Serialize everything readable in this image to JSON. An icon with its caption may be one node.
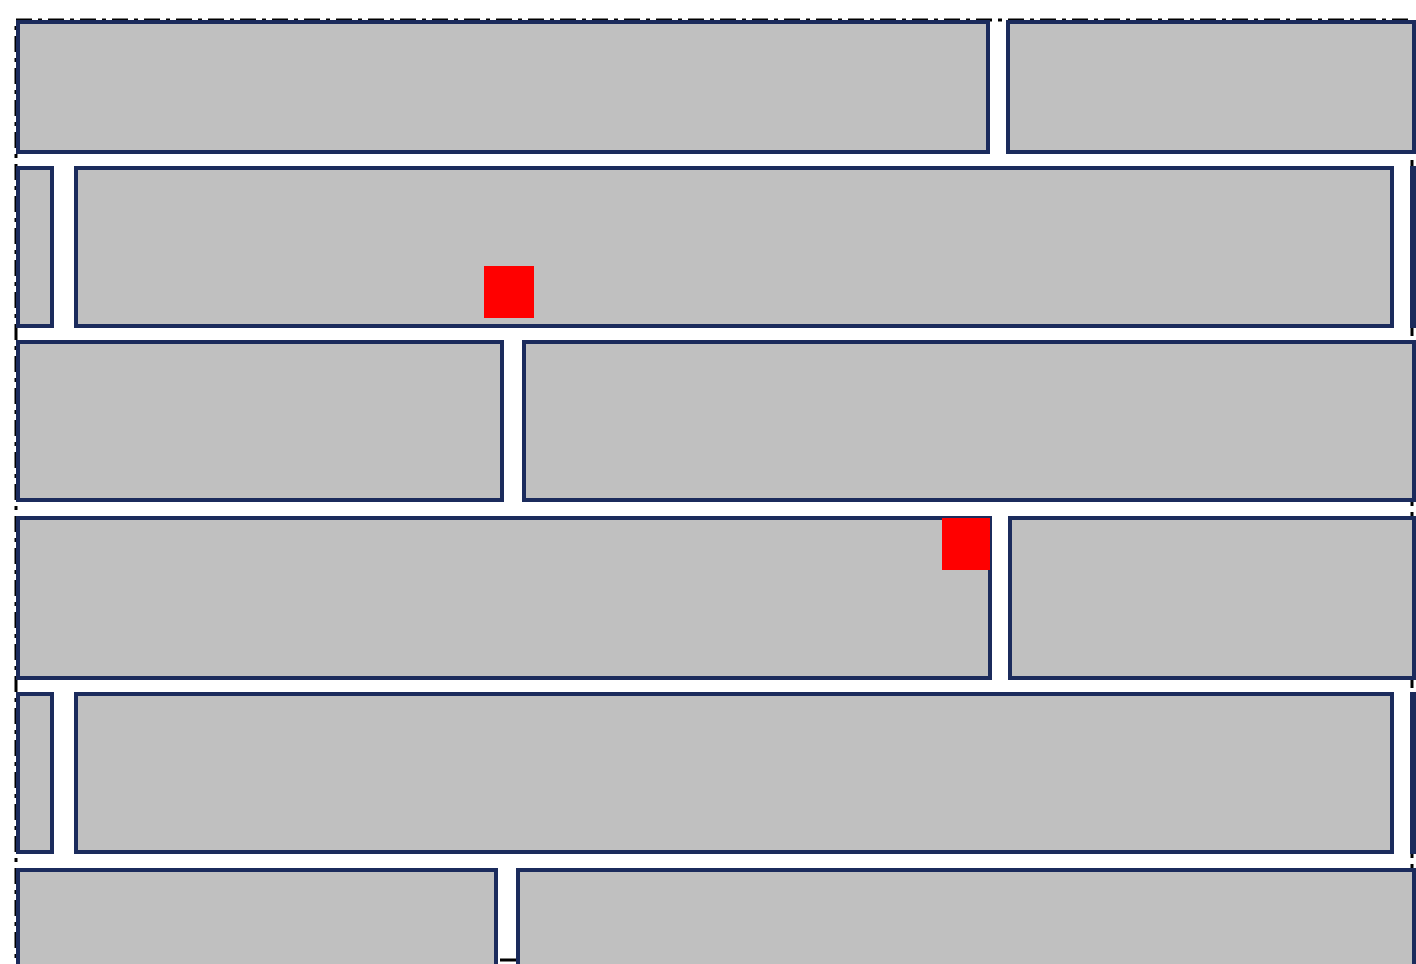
{
  "diagram": {
    "nodes": [
      {
        "text": [],
        "shape": "box"
      },
      {
        "text": [],
        "shape": "box"
      },
      {
        "text": [],
        "shape": "box"
      },
      {
        "text": [],
        "shape": "box"
      },
      {
        "text": [],
        "shape": "box"
      },
      {
        "text": [],
        "shape": "box"
      },
      {
        "text": [],
        "shape": "box"
      },
      {
        "text": [],
        "shape": "box"
      },
      {
        "text": [],
        "shape": "box"
      },
      {
        "text": [],
        "shape": "box"
      },
      {
        "text": [],
        "shape": "box"
      },
      {
        "text": [],
        "shape": "box"
      },
      {
        "text": [],
        "shape": "box"
      },
      {
        "text": [],
        "shape": "box"
      },
      {
        "text": [],
        "shape": "box",
        "in": 3
      },
      {
        "text": [],
        "shape": "box",
        "in": 7
      }
    ]
  }
}
